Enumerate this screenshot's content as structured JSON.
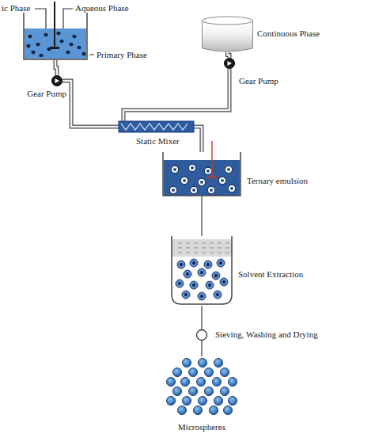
{
  "diagram": {
    "nodes": [
      {
        "text": [
          "Primary Phase"
        ]
      },
      {
        "text": [
          "Gear Pump"
        ]
      },
      {
        "text": [
          "Continuous Phase"
        ]
      },
      {
        "text": [
          "Gear Pump"
        ]
      },
      {
        "text": [
          "Static Mixer"
        ]
      },
      {
        "text": [
          "Ternary emulsion"
        ]
      },
      {
        "text": [
          "Solvent Extraction"
        ]
      },
      {
        "text": [
          "Sieving, Washing and Drying"
        ]
      },
      {
        "text": [
          "Microspheres"
        ]
      }
    ],
    "edges": [
      {
        "from": 0,
        "to": 1,
        "arrow": "none"
      },
      {
        "from": 1,
        "to": 4,
        "arrow": "none"
      },
      {
        "from": 2,
        "to": 3,
        "arrow": "none"
      },
      {
        "from": 3,
        "to": 4,
        "arrow": "none"
      },
      {
        "from": 4,
        "to": 5,
        "arrow": "none"
      },
      {
        "from": 5,
        "to": 6,
        "arrow": "none"
      },
      {
        "from": 6,
        "to": 7,
        "arrow": "none"
      },
      {
        "from": 7,
        "to": 8,
        "arrow": "none"
      }
    ],
    "labels": [
      "ic Phase",
      "Aqueous Phase"
    ]
  }
}
